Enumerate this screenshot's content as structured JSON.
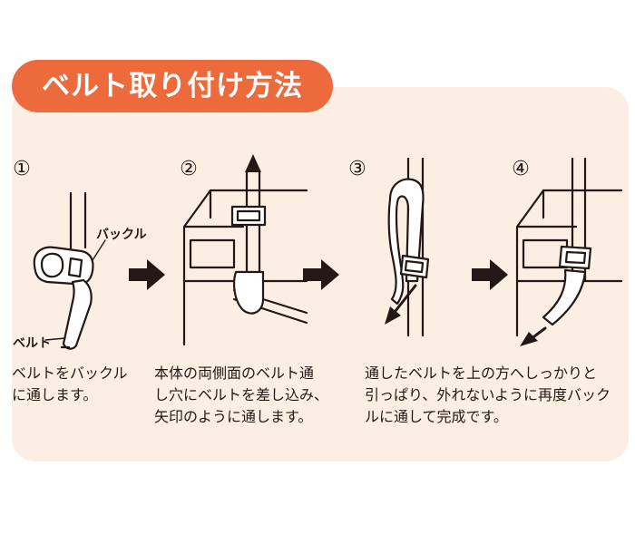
{
  "title": "ベルト取り付け方法",
  "labels": {
    "buckle": "バックル",
    "belt": "ベルト"
  },
  "steps": [
    {
      "number": "1",
      "lines": [
        "ベルトをバックル",
        "に通します。"
      ]
    },
    {
      "number": "2",
      "lines": [
        "本体の両側面のベルト通",
        "し穴にベルトを差し込み、",
        "矢印のように通します。"
      ]
    },
    {
      "number": "3",
      "lines": []
    },
    {
      "number": "4",
      "lines": [
        "通したベルトを上の方へしっかりと",
        "引っぱり、外れないように再度バック",
        "ルに通して完成です。"
      ]
    }
  ],
  "colors": {
    "accent": "#ec6a3c",
    "panel": "#fbeee3",
    "ink": "#231815"
  }
}
